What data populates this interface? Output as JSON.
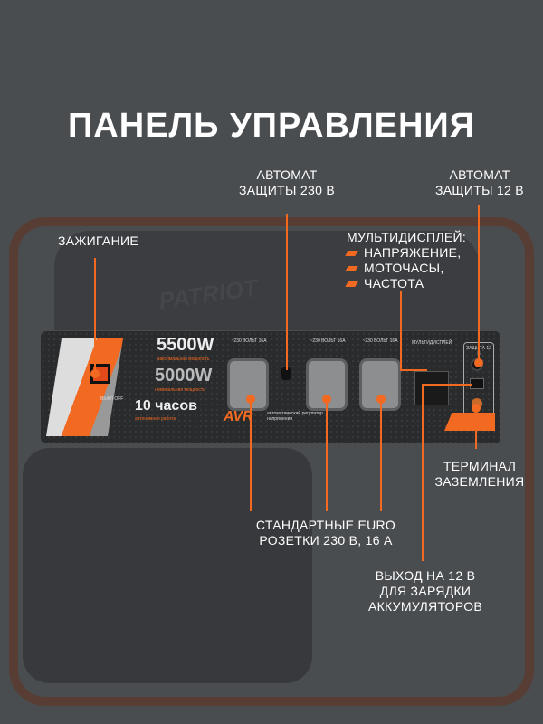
{
  "title": "ПАНЕЛЬ УПРАВЛЕНИЯ",
  "labels": {
    "ignition": "ЗАЖИГАНИЕ",
    "breaker230": [
      "АВТОМАТ",
      "ЗАЩИТЫ 230 В"
    ],
    "breaker12": [
      "АВТОМАТ",
      "ЗАЩИТЫ 12 В"
    ],
    "multidisplay": {
      "title": "МУЛЬТИДИСПЛЕЙ:",
      "items": [
        "НАПРЯЖЕНИЕ,",
        "МОТОЧАСЫ,",
        "ЧАСТОТА"
      ]
    },
    "ground": [
      "ТЕРМИНАЛ",
      "ЗАЗЕМЛЕНИЯ"
    ],
    "sockets": [
      "СТАНДАРТНЫЕ EURO",
      "РОЗЕТКИ 230 В, 16 А"
    ],
    "output12": [
      "ВЫХОД НА 12 В",
      "ДЛЯ ЗАРЯДКИ",
      "АККУМУЛЯТОРОВ"
    ]
  },
  "panel": {
    "max_power": "5500W",
    "max_power_sub": "максимальная мощность",
    "nom_power": "5000W",
    "nom_power_sub": "номинальная мощность",
    "runtime": "10 часов",
    "runtime_sub": "автономная работа",
    "avr": "AVR",
    "avr_sub": "автоматический регулятор напряжения",
    "socket_label": "~230 ВОЛЬТ 16А",
    "multi_label": "МУЛЬТИДИСПЛЕЙ",
    "off": "ВЫКЛ OFF",
    "protect12": "ЗАЩИТА 12 В",
    "brand": "PATRIOT"
  },
  "colors": {
    "accent": "#f26a21",
    "background": "#4a4d50"
  }
}
